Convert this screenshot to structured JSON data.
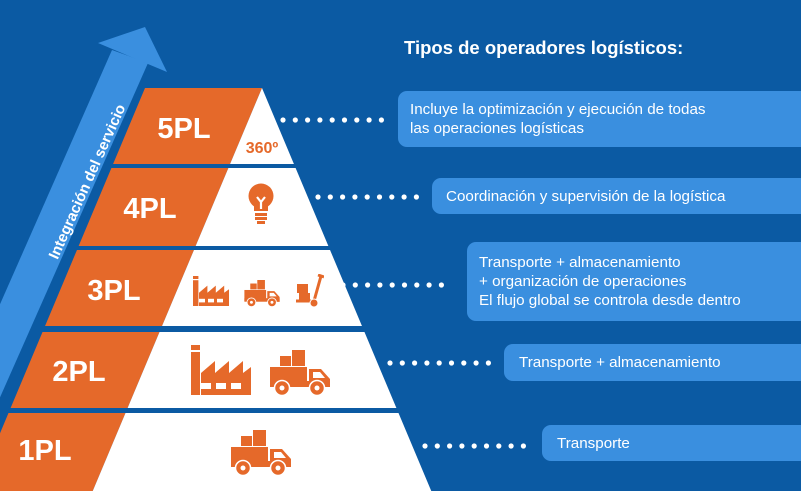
{
  "title": "Tipos de operadores logísticos:",
  "arrow_label": "Integración del servicio",
  "colors": {
    "background": "#0b5aa3",
    "box": "#3a8fdf",
    "orange": "#e5692a",
    "arrow": "#3a8fdf"
  },
  "levels": [
    {
      "label": "5PL",
      "badge": "360º",
      "icons": [
        "360-text"
      ],
      "description": [
        "Incluye la optimización y ejecución de todas",
        "las operaciones logísticas"
      ]
    },
    {
      "label": "4PL",
      "icons": [
        "lightbulb-icon"
      ],
      "description": [
        "Coordinación y supervisión de la logística"
      ]
    },
    {
      "label": "3PL",
      "icons": [
        "factory-icon",
        "truck-icon",
        "hand-truck-icon"
      ],
      "description": [
        "Transporte + almacenamiento",
        "+ organización de operaciones",
        "El flujo global se controla desde dentro"
      ]
    },
    {
      "label": "2PL",
      "icons": [
        "factory-icon",
        "truck-icon"
      ],
      "description": [
        "Transporte + almacenamiento"
      ]
    },
    {
      "label": "1PL",
      "icons": [
        "truck-icon"
      ],
      "description": [
        "Transporte"
      ]
    }
  ]
}
